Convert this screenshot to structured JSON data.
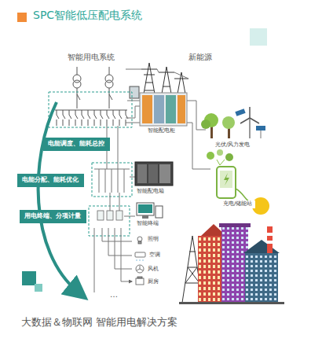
{
  "diagram": {
    "title": "SPC智能低压配电系统",
    "caption": "大数据＆物联网 智能用电解决方案",
    "nodes": [
      {
        "text": [
          "智能配电柜"
        ]
      },
      {
        "text": [
          "光伏/风力发电"
        ]
      },
      {
        "text": [
          "电能调度、能耗总控"
        ]
      },
      {
        "text": [
          "充电/储能站"
        ]
      },
      {
        "text": [
          "电能分配、能耗优化"
        ]
      },
      {
        "text": [
          "智能配电箱"
        ]
      },
      {
        "text": [
          "用电终端、分项计量"
        ]
      },
      {
        "text": [
          "智能终端"
        ]
      },
      {
        "text": [
          "照明"
        ]
      },
      {
        "text": [
          "空调"
        ]
      },
      {
        "text": [
          "风机"
        ]
      },
      {
        "text": [
          "厨房"
        ]
      }
    ],
    "labels": [
      "智能用电系统",
      "新能源"
    ]
  }
}
